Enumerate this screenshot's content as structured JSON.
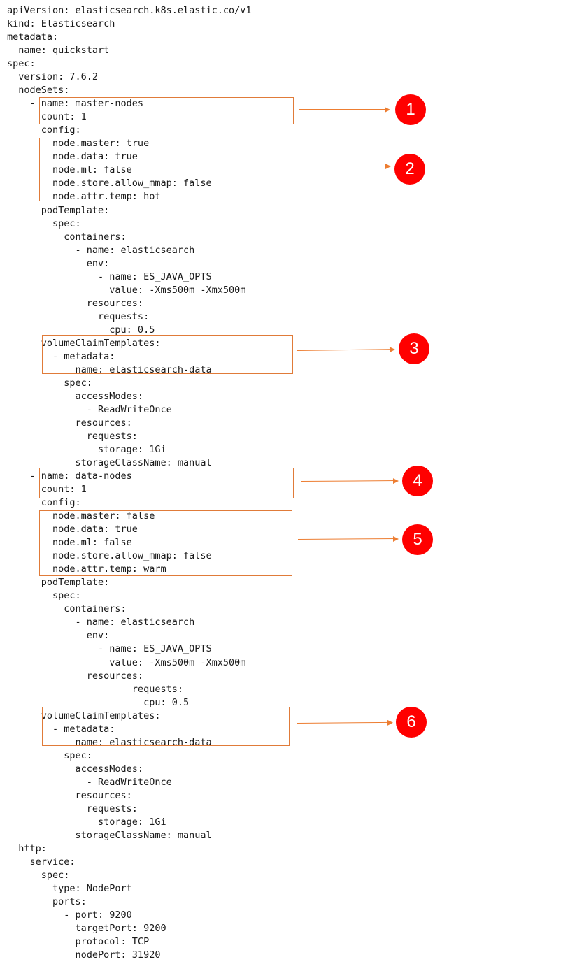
{
  "yaml_lines": [
    "apiVersion: elasticsearch.k8s.elastic.co/v1",
    "kind: Elasticsearch",
    "metadata:",
    "  name: quickstart",
    "spec:",
    "  version: 7.6.2",
    "  nodeSets:",
    "    - name: master-nodes",
    "      count: 1",
    "      config:",
    "        node.master: true",
    "        node.data: true",
    "        node.ml: false",
    "        node.store.allow_mmap: false",
    "        node.attr.temp: hot",
    "      podTemplate:",
    "        spec:",
    "          containers:",
    "            - name: elasticsearch",
    "              env:",
    "                - name: ES_JAVA_OPTS",
    "                  value: -Xms500m -Xmx500m",
    "              resources:",
    "                requests:",
    "                  cpu: 0.5",
    "      volumeClaimTemplates:",
    "        - metadata:",
    "            name: elasticsearch-data",
    "          spec:",
    "            accessModes:",
    "              - ReadWriteOnce",
    "            resources:",
    "              requests:",
    "                storage: 1Gi",
    "            storageClassName: manual",
    "    - name: data-nodes",
    "      count: 1",
    "      config:",
    "        node.master: false",
    "        node.data: true",
    "        node.ml: false",
    "        node.store.allow_mmap: false",
    "        node.attr.temp: warm",
    "      podTemplate:",
    "        spec:",
    "          containers:",
    "            - name: elasticsearch",
    "              env:",
    "                - name: ES_JAVA_OPTS",
    "                  value: -Xms500m -Xmx500m",
    "              resources:",
    "                      requests:",
    "                        cpu: 0.5",
    "      volumeClaimTemplates:",
    "        - metadata:",
    "            name: elasticsearch-data",
    "          spec:",
    "            accessModes:",
    "              - ReadWriteOnce",
    "            resources:",
    "              requests:",
    "                storage: 1Gi",
    "            storageClassName: manual",
    "  http:",
    "    service:",
    "      spec:",
    "        type: NodePort",
    "        ports:",
    "          - port: 9200",
    "            targetPort: 9200",
    "            protocol: TCP",
    "            nodePort: 31920"
  ],
  "callouts": [
    "1",
    "2",
    "3",
    "4",
    "5",
    "6"
  ],
  "colors": {
    "text": "#1a1a1a",
    "box_border": "#e07b39",
    "arrow": "#ed7d31",
    "badge_fill": "#ff0000",
    "badge_text": "#ffffff"
  }
}
